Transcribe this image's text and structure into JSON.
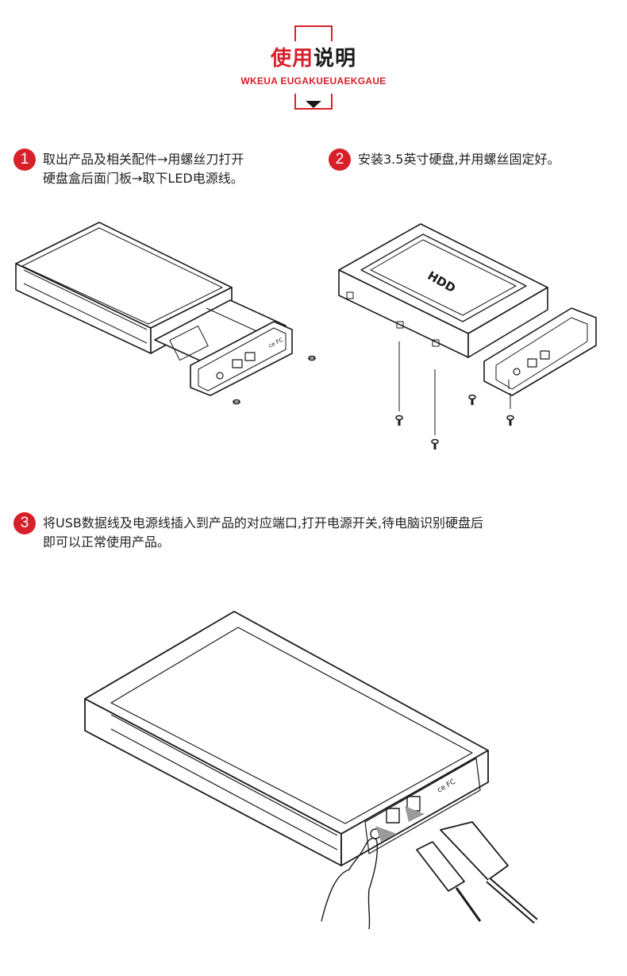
{
  "header": {
    "title_part1": "使用",
    "title_part2": "说明",
    "subtitle": "WKEUA EUGAKUEUAEKGAUE",
    "accent_color": "#d8202a"
  },
  "steps": [
    {
      "number": "1",
      "lines": [
        "取出产品及相关配件→用螺丝刀打开",
        "硬盘盒后面门板→取下LED电源线。"
      ]
    },
    {
      "number": "2",
      "lines": [
        "安装3.5英寸硬盘,并用螺丝固定好。"
      ]
    },
    {
      "number": "3",
      "lines": [
        "将USB数据线及电源线插入到产品的对应端口,打开电源开关,待电脑识别硬盘后",
        "即可以正常使用产品。"
      ]
    }
  ],
  "illustrations": {
    "hdd_label": "HDD",
    "port_marking": "ce FC"
  }
}
